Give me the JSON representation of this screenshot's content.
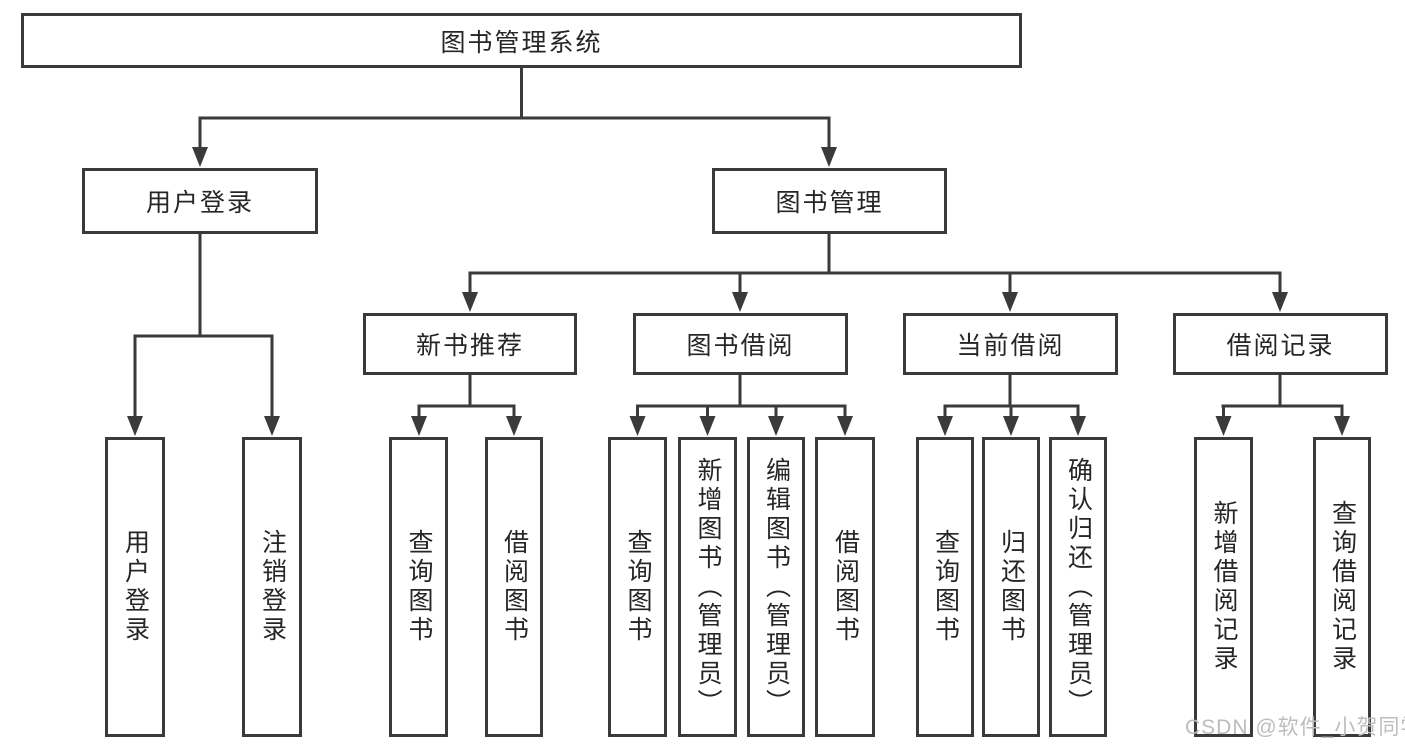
{
  "diagram": {
    "root": {
      "label": "图书管理系统"
    },
    "level2": {
      "user_login": {
        "label": "用户登录"
      },
      "book_mgmt": {
        "label": "图书管理"
      }
    },
    "level3": {
      "new_books": {
        "label": "新书推荐"
      },
      "borrow": {
        "label": "图书借阅"
      },
      "current": {
        "label": "当前借阅"
      },
      "records": {
        "label": "借阅记录"
      }
    },
    "leaves": {
      "user_login": [
        "用户登录",
        "注销登录"
      ],
      "new_books": [
        "查询图书",
        "借阅图书"
      ],
      "borrow": [
        "查询图书",
        "新增图书（管理员）",
        "编辑图书（管理员）",
        "借阅图书"
      ],
      "current": [
        "查询图书",
        "归还图书",
        "确认归还（管理员）"
      ],
      "records": [
        "新增借阅记录",
        "查询借阅记录"
      ]
    }
  },
  "watermark": {
    "text": "CSDN @软件_小贺同学"
  },
  "colors": {
    "line": "#3a3a3a",
    "text": "#262626",
    "watermark": "#bdbdbd",
    "background": "#ffffff"
  }
}
